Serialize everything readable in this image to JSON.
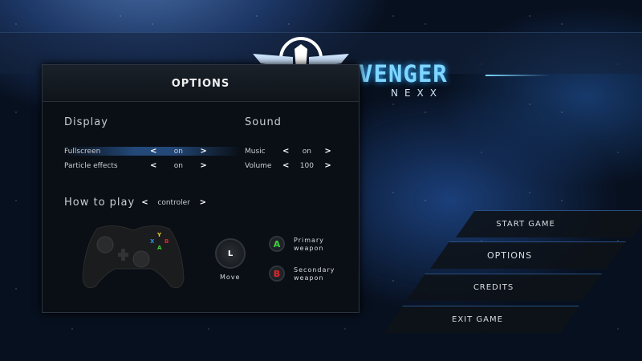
{
  "logo": {
    "title": "VENGER",
    "subtitle": "NEXX"
  },
  "options": {
    "title": "OPTIONS",
    "display": {
      "heading": "Display",
      "fullscreen": {
        "label": "Fullscreen",
        "value": "on"
      },
      "particles": {
        "label": "Particle effects",
        "value": "on"
      }
    },
    "sound": {
      "heading": "Sound",
      "music": {
        "label": "Music",
        "value": "on"
      },
      "volume": {
        "label": "Volume",
        "value": "100"
      }
    },
    "how_to_play": {
      "label": "How to play",
      "value": "controler"
    },
    "controls": {
      "stick": "L",
      "move": "Move",
      "a_button": "A",
      "primary": [
        "Primary",
        "weapon"
      ],
      "b_button": "B",
      "secondary": [
        "Secondary",
        "weapon"
      ],
      "face_buttons": {
        "y": "Y",
        "x": "X",
        "b": "B",
        "a": "A"
      }
    },
    "arrows": {
      "left": "<",
      "right": ">"
    }
  },
  "menu": {
    "items": [
      "START GAME",
      "OPTIONS",
      "CREDITS",
      "EXIT GAME"
    ]
  },
  "colors": {
    "a": "#3fcf3a",
    "b": "#e0242a",
    "x": "#2f8fe0",
    "y": "#e8d02a",
    "accent": "#7fd6ff"
  }
}
